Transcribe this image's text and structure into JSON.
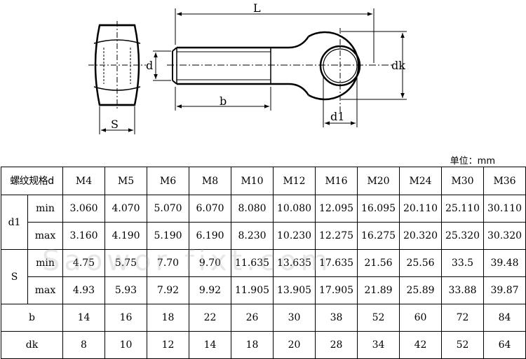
{
  "drawing": {
    "labels": {
      "L": "L",
      "d": "d",
      "dk": "dk",
      "b": "b",
      "d1": "d1",
      "S": "S"
    }
  },
  "unit_label": "单位：mm",
  "table": {
    "header_label": "螺纹规格d",
    "sizes": [
      "M4",
      "M5",
      "M6",
      "M8",
      "M10",
      "M12",
      "M16",
      "M20",
      "M24",
      "M30",
      "M36"
    ],
    "d1": {
      "label": "d1",
      "min_label": "min",
      "min": [
        "3.060",
        "4.070",
        "5.070",
        "6.070",
        "8.080",
        "10.080",
        "12.095",
        "16.095",
        "20.110",
        "25.110",
        "30.110"
      ],
      "max_label": "max",
      "max": [
        "3.160",
        "4.190",
        "5.190",
        "6.190",
        "8.230",
        "10.230",
        "12.275",
        "16.275",
        "20.320",
        "25.320",
        "30.320"
      ]
    },
    "s": {
      "label": "S",
      "min_label": "min",
      "min": [
        "4.75",
        "5.75",
        "7.70",
        "9.70",
        "11.635",
        "13.635",
        "17.635",
        "21.56",
        "25.56",
        "33.5",
        "39.48"
      ],
      "max_label": "max",
      "max": [
        "4.93",
        "5.93",
        "7.92",
        "9.92",
        "11.905",
        "13.905",
        "17.905",
        "21.89",
        "25.89",
        "33.88",
        "39.87"
      ]
    },
    "b": {
      "label": "b",
      "values": [
        "14",
        "16",
        "18",
        "22",
        "26",
        "30",
        "38",
        "52",
        "60",
        "72",
        "84"
      ]
    },
    "dk": {
      "label": "dk",
      "values": [
        "8",
        "10",
        "12",
        "14",
        "18",
        "20",
        "28",
        "34",
        "42",
        "52",
        "64"
      ]
    }
  },
  "watermark": "Saowor fixt.com"
}
